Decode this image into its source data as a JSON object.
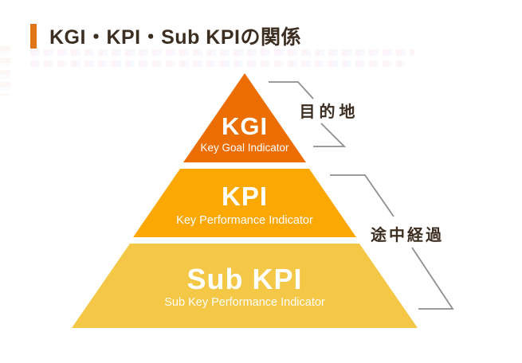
{
  "header": {
    "title": "KGI・KPI・Sub KPIの関係",
    "accent_bar_color": "#E0761A",
    "title_color": "#3D2E22"
  },
  "pyramid": {
    "text_color": "#FFFFFF",
    "layers": [
      {
        "label": "KGI",
        "sublabel": "Key Goal Indicator",
        "color": "#EC6D01"
      },
      {
        "label": "KPI",
        "sublabel": "Key Performance Indicator",
        "color": "#FBA704"
      },
      {
        "label": "Sub KPI",
        "sublabel": "Sub Key Performance Indicator",
        "color": "#F4C746"
      }
    ]
  },
  "annotations": {
    "line_color": "#8F8F8F",
    "text_color": "#3D2E22",
    "destination": {
      "label": "目的地"
    },
    "progress": {
      "label": "途中経過"
    }
  }
}
